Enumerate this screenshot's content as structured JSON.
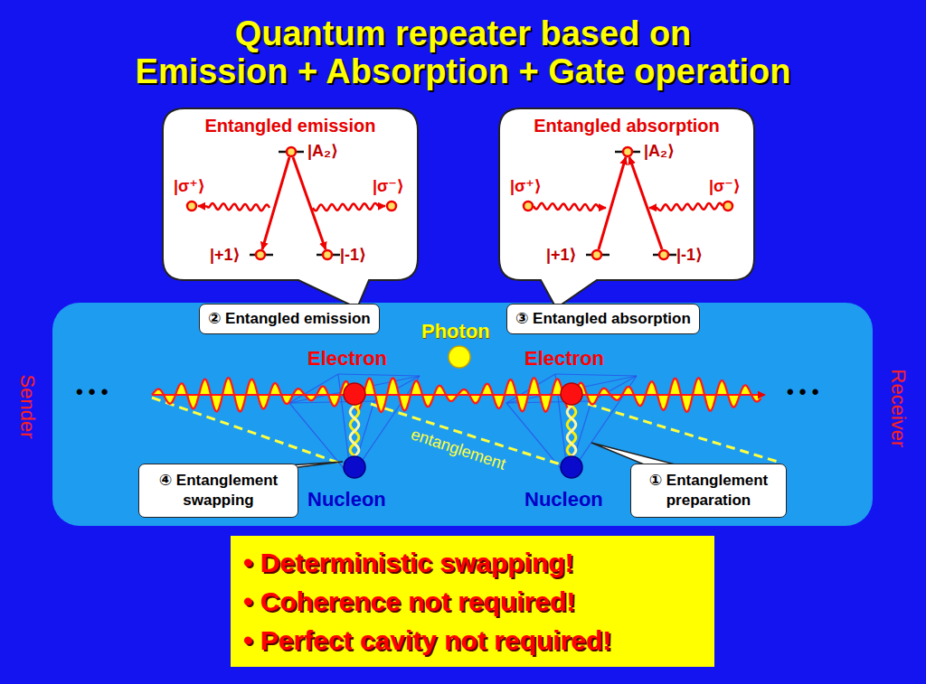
{
  "diagram": {
    "title": "Quantum repeater based on Emission + Absorption + Gate operation",
    "nodes": [
      {
        "text": [
          "Entangled emission",
          "|A₂⟩",
          "|σ⁺⟩",
          "|σ⁻⟩",
          "|+1⟩",
          "|-1⟩"
        ]
      },
      {
        "text": [
          "Entangled absorption",
          "|A₂⟩",
          "|σ⁺⟩",
          "|σ⁻⟩",
          "|+1⟩",
          "|-1⟩"
        ]
      },
      {
        "text": [
          "② Entangled emission"
        ]
      },
      {
        "text": [
          "③ Entangled absorption"
        ]
      },
      {
        "text": [
          "④ Entanglement swapping"
        ]
      },
      {
        "text": [
          "① Entanglement preparation"
        ]
      },
      {
        "text": [
          "• Deterministic swapping!",
          "• Coherence not required!",
          "• Perfect cavity not required!"
        ]
      }
    ],
    "labels": [
      "Photon",
      "Electron",
      "Electron",
      "entanglement",
      "Nucleon",
      "Nucleon",
      "Sender",
      "Receiver",
      "• • •",
      "• • •"
    ]
  }
}
